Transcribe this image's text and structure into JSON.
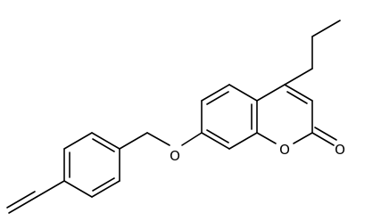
{
  "molecule": {
    "atom_labels": [
      {
        "id": "O_ether",
        "text": "O"
      },
      {
        "id": "O_ring",
        "text": "O"
      },
      {
        "id": "O_carbonyl",
        "text": "O"
      }
    ]
  }
}
